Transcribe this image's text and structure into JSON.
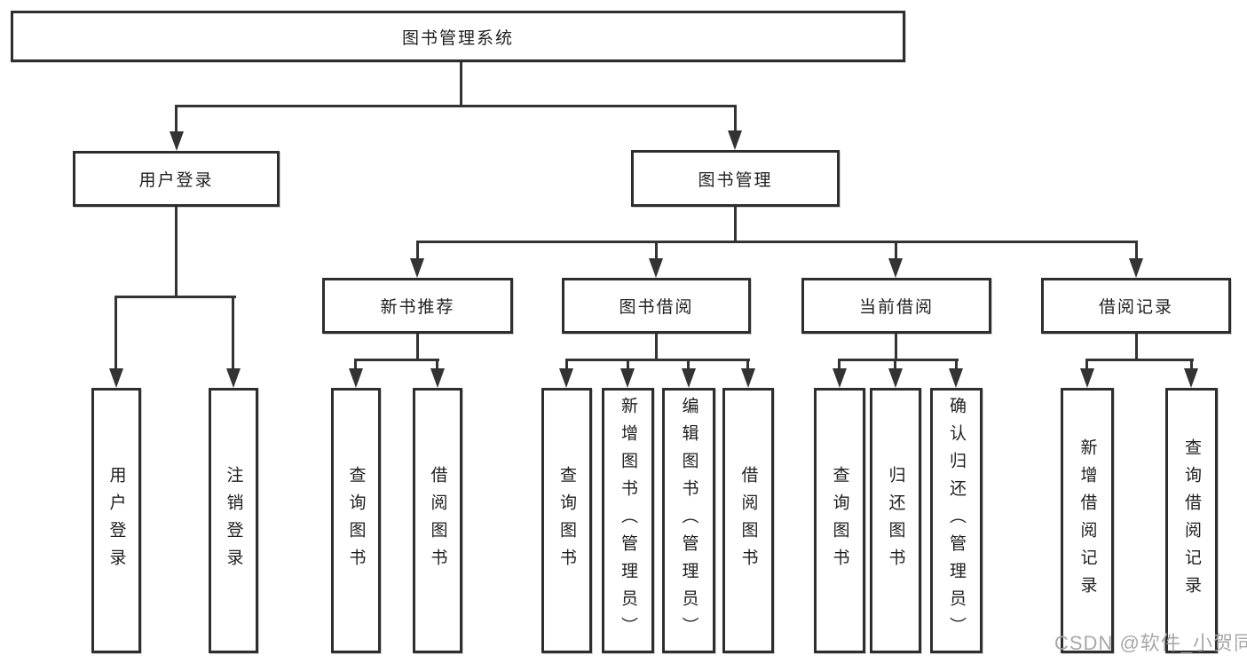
{
  "nodes": {
    "root": "图书管理系统",
    "user_login": "用户登录",
    "book_mgmt": "图书管理",
    "new_book_rec": "新书推荐",
    "book_borrowing": "图书借阅",
    "current_borrowing": "当前借阅",
    "borrowing_records": "借阅记录",
    "leaf_user_login": "用户登录",
    "leaf_logout": "注销登录",
    "leaf_rec_query_books": "查询图书",
    "leaf_rec_borrow_books": "借阅图书",
    "leaf_bb_query_books": "查询图书",
    "leaf_bb_add_books": "新增图书（管理员）",
    "leaf_bb_edit_books": "编辑图书（管理员）",
    "leaf_bb_borrow_books": "借阅图书",
    "leaf_cb_query_books": "查询图书",
    "leaf_cb_return_books": "归还图书",
    "leaf_cb_confirm_return": "确认归还（管理员）",
    "leaf_br_add_record": "新增借阅记录",
    "leaf_br_query_record": "查询借阅记录"
  },
  "watermark": "CSDN @软件_小贺同学",
  "colors": {
    "line": "#333333",
    "border": "#2e2e2e",
    "text": "#1f1f1f",
    "watermark": "#a8a8a8",
    "background": "#ffffff"
  }
}
